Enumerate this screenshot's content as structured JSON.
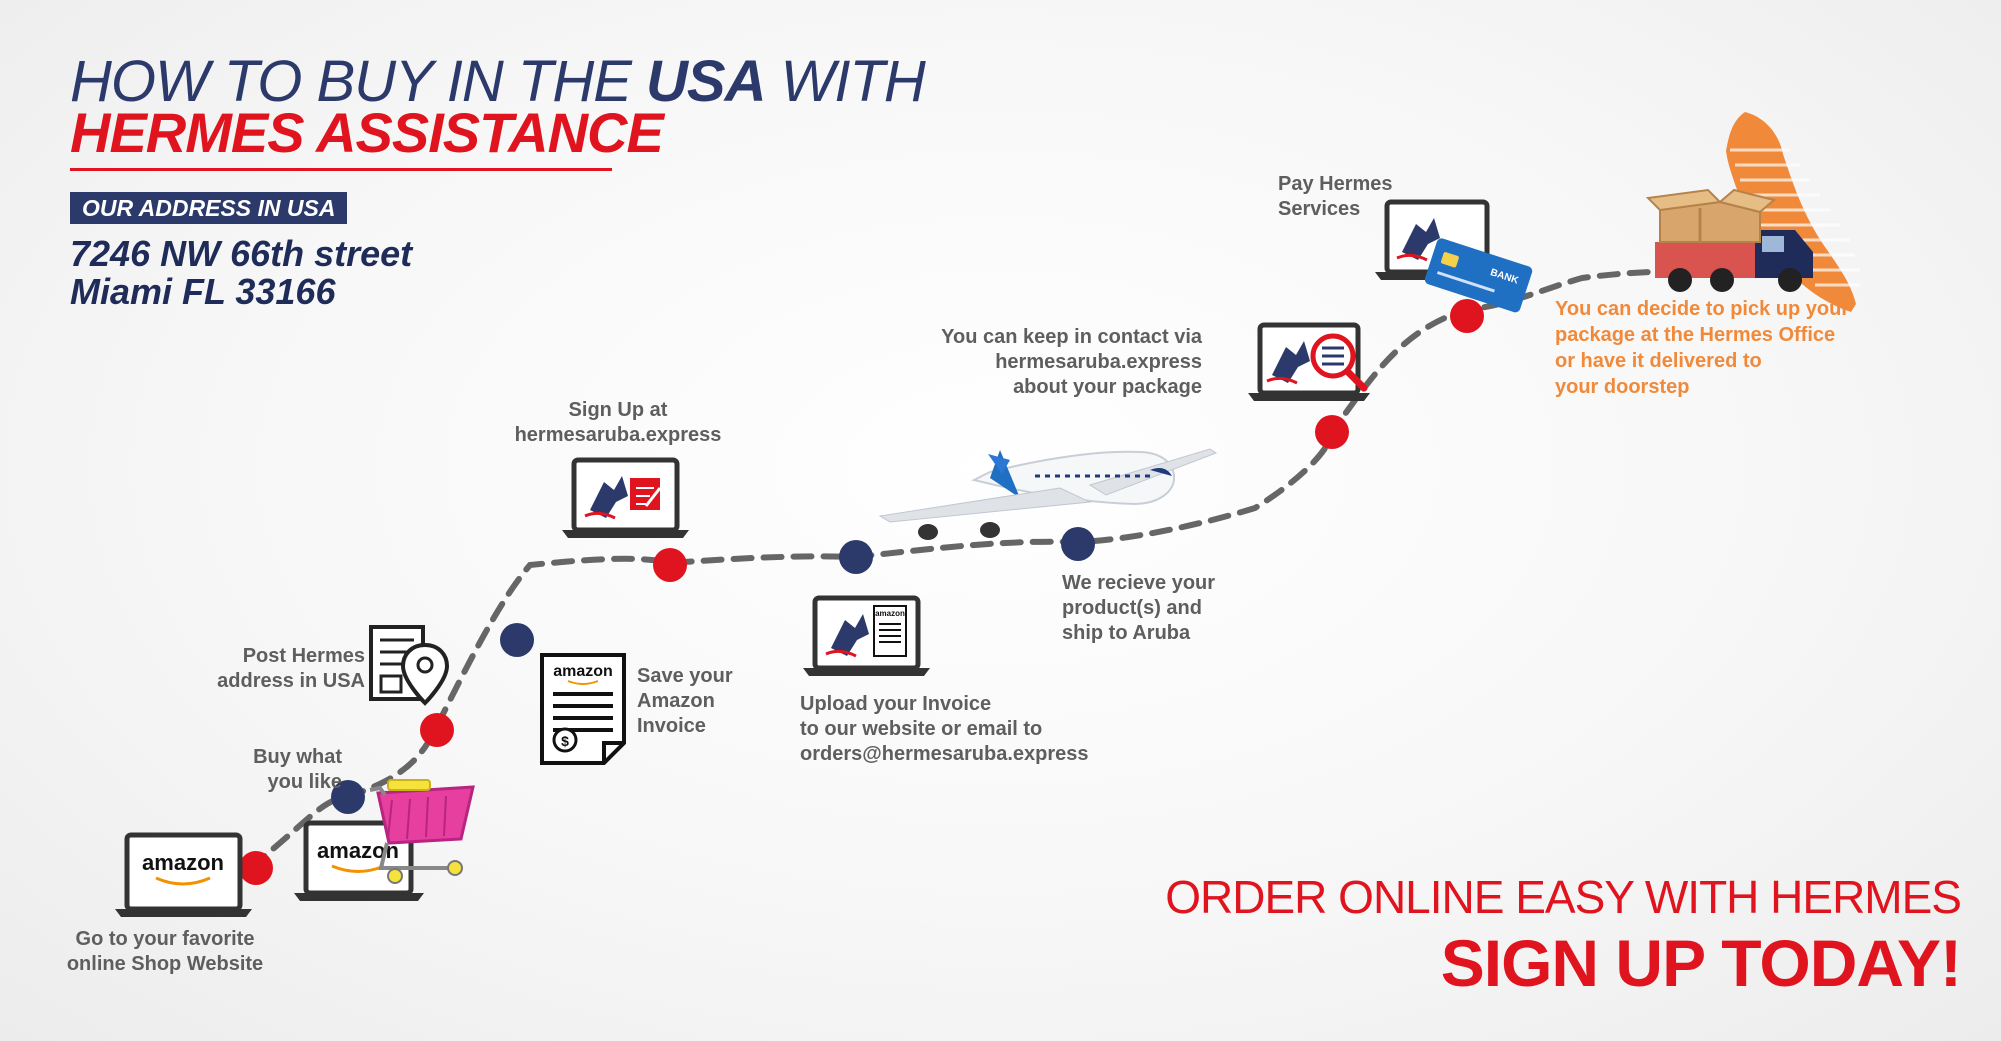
{
  "header": {
    "title_prefix": "HOW TO BUY  IN THE ",
    "title_emph": "USA",
    "title_suffix": " WITH",
    "subtitle": "HERMES ASSISTANCE",
    "address_badge": "OUR ADDRESS IN USA",
    "address_line1": "7246 NW 66th street",
    "address_line2": "Miami FL 33166"
  },
  "steps": {
    "go_shop": {
      "line1": "Go to your favorite",
      "line2": "online Shop Website"
    },
    "buy": {
      "line1": "Buy what",
      "line2": "you like"
    },
    "post": {
      "line1": "Post  Hermes",
      "line2": "address in USA"
    },
    "save": {
      "line1": "Save your",
      "line2": "Amazon",
      "line3": "Invoice"
    },
    "signup": {
      "line1": "Sign Up at",
      "line2": "hermesaruba.express"
    },
    "upload": {
      "line1": "Upload your Invoice",
      "line2": "to our website or email to",
      "line3": "orders@hermesaruba.express"
    },
    "receive": {
      "line1": "We recieve your",
      "line2": "product(s) and",
      "line3": "ship to Aruba"
    },
    "contact": {
      "line1": "You can keep in contact via",
      "line2": "hermesaruba.express",
      "line3": "about your package"
    },
    "pay": {
      "line1": "Pay Hermes",
      "line2": "Services"
    },
    "deliver": {
      "line1": "You can decide to pick up your",
      "line2": "package at the Hermes Office",
      "line3": "or have it delivered to",
      "line4": "your doorstep"
    }
  },
  "icons": {
    "amazon_word": "amazon",
    "amazon_word_2": "amazon",
    "amazon_word_3": "amazon",
    "amazon_small": "amazon",
    "bank_word": "BANK",
    "dollar": "$"
  },
  "cta": {
    "line1": "ORDER ONLINE EASY WITH HERMES",
    "line2": "SIGN  UP TODAY!"
  },
  "colors": {
    "red": "#e0141e",
    "navy": "#2b3a6b",
    "orange": "#f08a3a",
    "gray_text": "#5e5e5e",
    "path": "#666666"
  }
}
